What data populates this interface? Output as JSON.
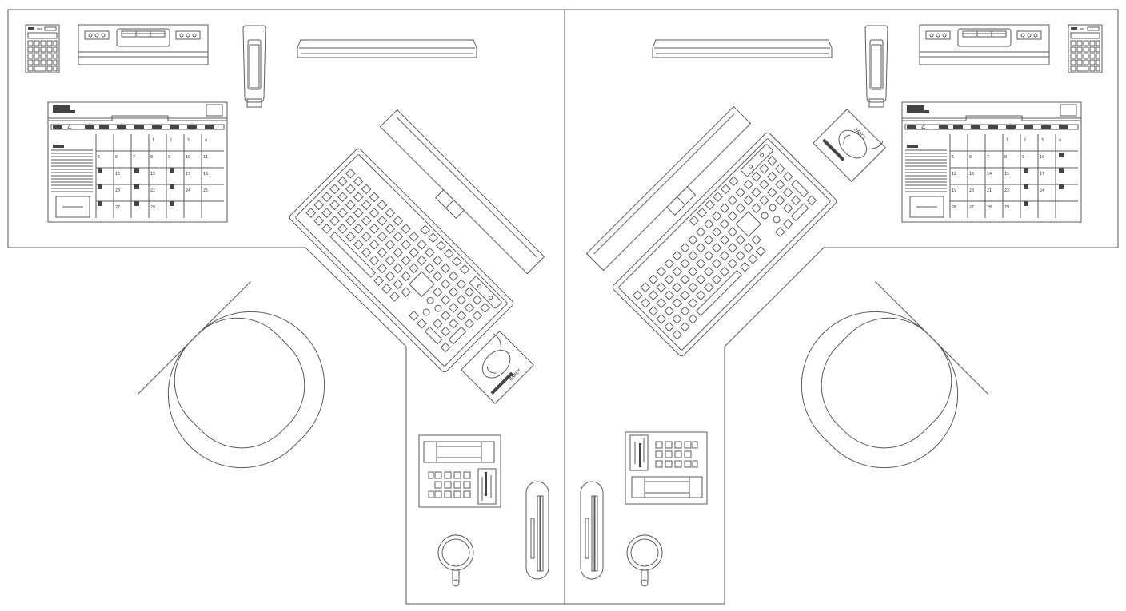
{
  "left_calendar": {
    "month_number": "4",
    "days": [
      "1",
      "2",
      "3",
      "4",
      "5",
      "6",
      "7",
      "8",
      "9",
      "10",
      "11",
      "13",
      "15",
      "17",
      "18",
      "20",
      "22",
      "24",
      "25",
      "27",
      "29"
    ]
  },
  "right_calendar": {
    "month_number": "4",
    "days": [
      "1",
      "2",
      "3",
      "4",
      "5",
      "6",
      "7",
      "8",
      "9",
      "10",
      "12",
      "13",
      "14",
      "15",
      "17",
      "19",
      "20",
      "21",
      "22",
      "24",
      "26",
      "27",
      "28",
      "29"
    ]
  },
  "mouse_pad_labels": {
    "left": "NANCY",
    "right": "NANCY"
  },
  "colors": {
    "stroke": "#5a5a5a",
    "fill": "#ffffff",
    "dark": "#444444"
  }
}
